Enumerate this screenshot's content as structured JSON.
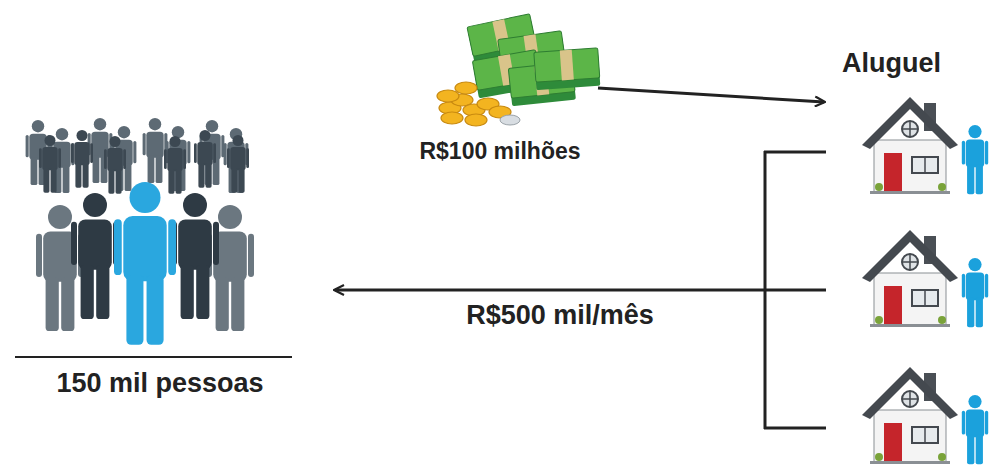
{
  "diagram": {
    "nodes": [
      {
        "text": [
          "150 mil pessoas"
        ]
      },
      {
        "text": [
          "R$100 milhões"
        ]
      },
      {
        "text": [
          "Aluguel"
        ]
      }
    ],
    "edges": [
      {
        "from": 1,
        "to": 2,
        "arrow": "to"
      },
      {
        "from": 2,
        "to": 0,
        "label": "R$500 mil/mês",
        "arrow": "to"
      }
    ]
  }
}
